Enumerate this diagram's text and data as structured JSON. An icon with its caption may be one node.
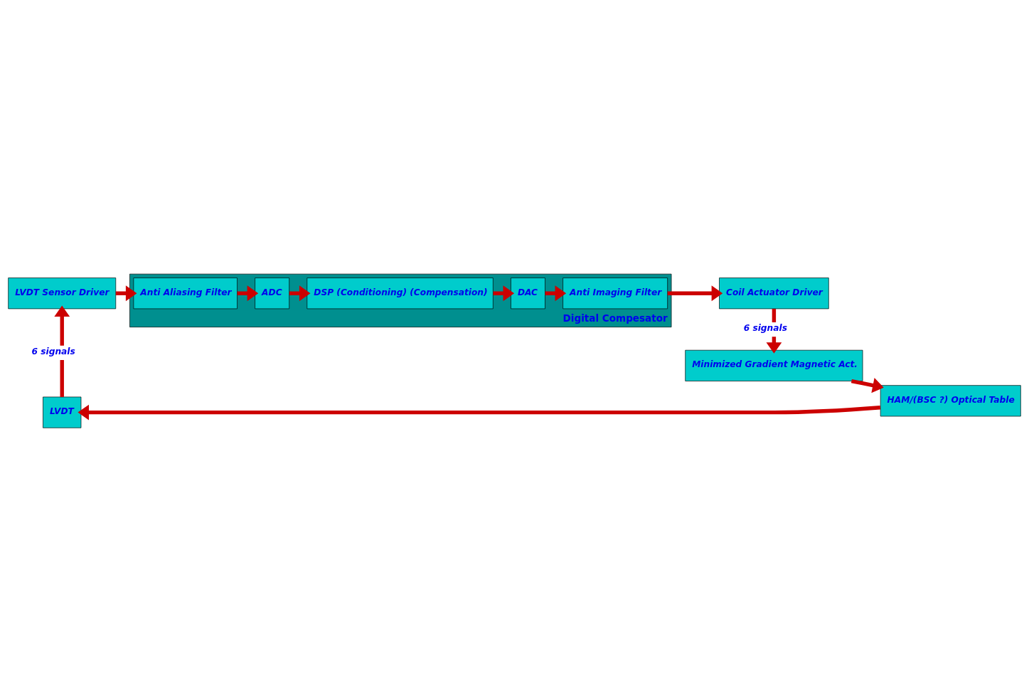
{
  "diagram": {
    "nodes": [
      {
        "text": [
          "LVDT Sensor Driver"
        ]
      },
      {
        "text": [
          "Digital Compesator"
        ]
      },
      {
        "text": [
          "Anti Aliasing Filter"
        ],
        "in": 1
      },
      {
        "text": [
          "ADC"
        ],
        "in": 1
      },
      {
        "text": [
          "DSP (Conditioning) (Compensation)"
        ],
        "in": 1
      },
      {
        "text": [
          "DAC"
        ],
        "in": 1
      },
      {
        "text": [
          "Anti Imaging Filter"
        ],
        "in": 1
      },
      {
        "text": [
          "Coil Actuator Driver"
        ]
      },
      {
        "text": [
          "Minimized Gradient Magnetic Act."
        ]
      },
      {
        "text": [
          "HAM/(BSC ?) Optical Table"
        ]
      },
      {
        "text": [
          "LVDT"
        ]
      }
    ],
    "edges": [
      {
        "from": 0,
        "to": 2,
        "arrow": "to"
      },
      {
        "from": 2,
        "to": 3,
        "arrow": "to"
      },
      {
        "from": 3,
        "to": 4,
        "arrow": "to"
      },
      {
        "from": 4,
        "to": 5,
        "arrow": "to"
      },
      {
        "from": 5,
        "to": 6,
        "arrow": "to"
      },
      {
        "from": 6,
        "to": 7,
        "arrow": "to"
      },
      {
        "from": 7,
        "to": 8,
        "arrow": "to",
        "label": "6 signals"
      },
      {
        "from": 8,
        "to": 9,
        "arrow": "to"
      },
      {
        "from": 9,
        "to": 10,
        "arrow": "to"
      },
      {
        "from": 10,
        "to": 0,
        "arrow": "to",
        "label": "6 signals"
      }
    ]
  }
}
